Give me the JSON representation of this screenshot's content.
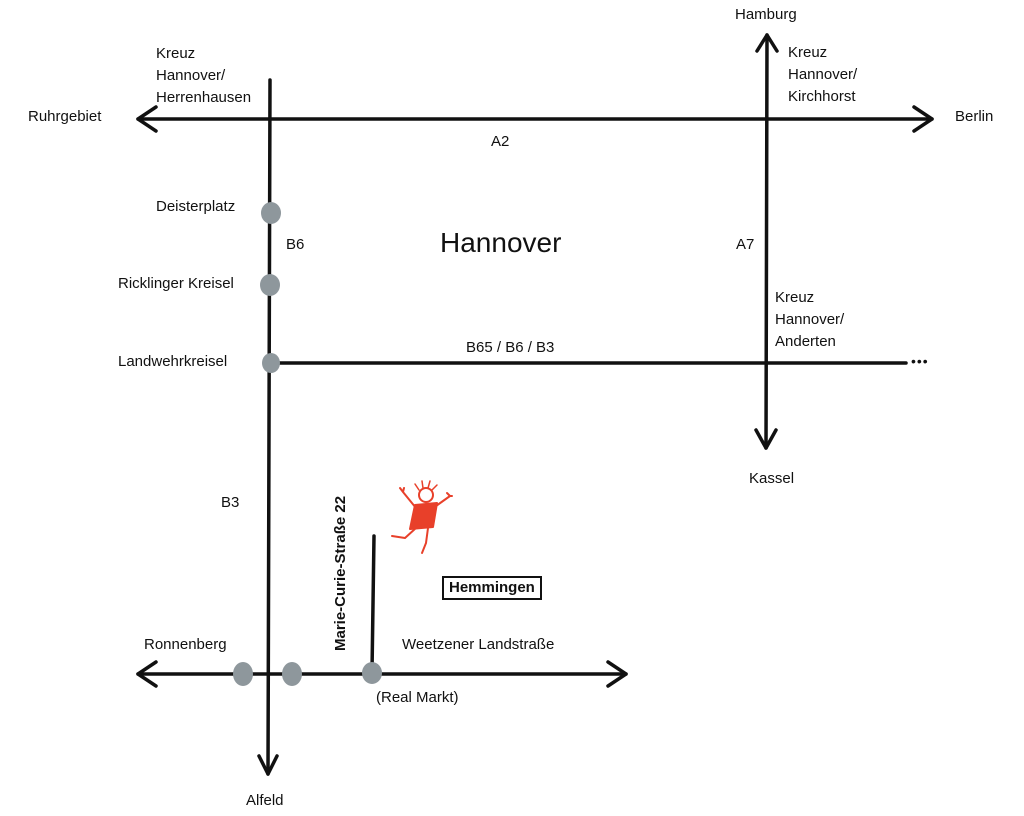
{
  "map": {
    "city_label": "Hannover",
    "destinations": {
      "north": "Hamburg",
      "east": "Berlin",
      "west": "Ruhrgebiet",
      "south_east": "Kassel",
      "south": "Alfeld",
      "south_west": "Ronnenberg"
    },
    "interchanges": {
      "herrenhausen": [
        "Kreuz",
        "Hannover/",
        "Herrenhausen"
      ],
      "kirchhorst": [
        "Kreuz",
        "Hannover/",
        "Kirchhorst"
      ],
      "anderten": [
        "Kreuz",
        "Hannover/",
        "Anderten"
      ]
    },
    "roads": {
      "a2": "A2",
      "a7": "A7",
      "b6": "B6",
      "b3": "B3",
      "b65": "B65 /  B6 / B3",
      "weetzener": "Weetzener Landstraße"
    },
    "junctions": {
      "deisterplatz": "Deisterplatz",
      "ricklinger": "Ricklinger Kreisel",
      "landwehr": "Landwehrkreisel",
      "real_markt": "(Real Markt)"
    },
    "destination_street": "Marie-Curie-Straße 22",
    "destination_town": "Hemmingen",
    "ellipsis": "•••",
    "colors": {
      "road": "#111111",
      "junction": "#8e979c",
      "mascot": "#e8402a"
    }
  }
}
